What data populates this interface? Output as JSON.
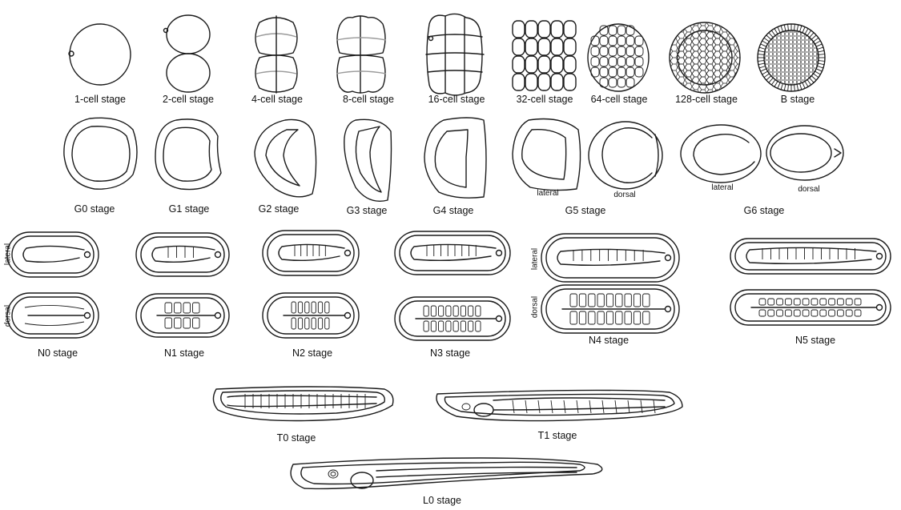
{
  "stages": {
    "s1cell": "1-cell stage",
    "s2cell": "2-cell stage",
    "s4cell": "4-cell stage",
    "s8cell": "8-cell stage",
    "s16cell": "16-cell stage",
    "s32cell": "32-cell stage",
    "s64cell": "64-cell stage",
    "s128cell": "128-cell stage",
    "b": "B stage",
    "g0": "G0 stage",
    "g1": "G1 stage",
    "g2": "G2 stage",
    "g3": "G3 stage",
    "g4": "G4 stage",
    "g5": "G5 stage",
    "g6": "G6 stage",
    "n0": "N0 stage",
    "n1": "N1 stage",
    "n2": "N2 stage",
    "n3": "N3 stage",
    "n4": "N4 stage",
    "n5": "N5 stage",
    "t0": "T0 stage",
    "t1": "T1 stage",
    "l0": "L0 stage"
  },
  "views": {
    "lateral": "lateral",
    "dorsal": "dorsal"
  }
}
